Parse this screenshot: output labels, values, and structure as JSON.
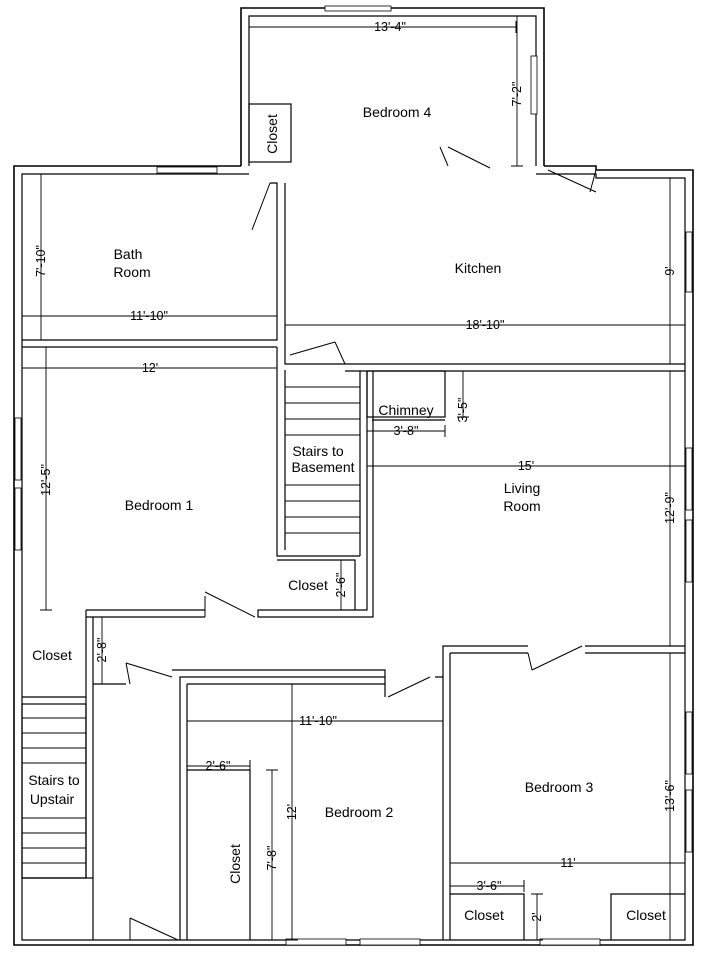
{
  "rooms": {
    "bedroom4": "Bedroom 4",
    "closet_b4": "Closet",
    "kitchen": "Kitchen",
    "bath_line1": "Bath",
    "bath_line2": "Room",
    "bedroom1": "Bedroom 1",
    "stairs_base_line1": "Stairs to",
    "stairs_base_line2": "Basement",
    "chimney": "Chimney",
    "living_line1": "Living",
    "living_line2": "Room",
    "closet_mid": "Closet",
    "closet_left": "Closet",
    "stairs_up_line1": "Stairs to",
    "stairs_up_line2": "Upstair",
    "bedroom2": "Bedroom 2",
    "closet_b2": "Closet",
    "bedroom3": "Bedroom 3",
    "closet_b3a": "Closet",
    "closet_b3b": "Closet"
  },
  "dims": {
    "b4_width": "13'-4\"",
    "b4_height": "7'-2\"",
    "bath_height": "7'-10\"",
    "bath_width": "11'-10\"",
    "kitchen_width": "18'-10\"",
    "kitchen_height": "9'",
    "b1_width": "12'",
    "b1_height": "12'-5\"",
    "chimney_height": "3'-5\"",
    "chimney_width": "3'-8\"",
    "living_width": "15'",
    "living_height": "12'-9\"",
    "closet_mid_height": "2'-6\"",
    "hall_height": "2'-8\"",
    "b2_width": "11'-10\"",
    "b2_closet_width": "2'-6\"",
    "b2_closet_height": "7'-8\"",
    "b2_height": "12'",
    "b3_height": "13'-6\"",
    "b3_width": "11'",
    "b3_closet_width": "3'-6\"",
    "b3_closet_height": "2'"
  }
}
